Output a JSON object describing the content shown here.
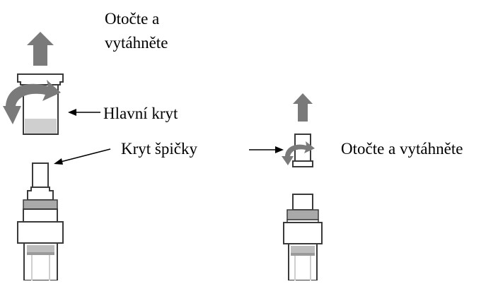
{
  "labels": {
    "step1_line1": "Otočte a",
    "step1_line2": "vytáhněte",
    "main_cap": "Hlavní kryt",
    "tip_cap": "Kryt špičky",
    "step2": "Otočte a vytáhněte"
  },
  "colors": {
    "arrow_gray": "#7a7a7a",
    "outline": "#3a3a3a",
    "light_gray": "#cfcfcf",
    "mid_gray": "#a9a9a9"
  },
  "icons": [
    "up-arrow-icon",
    "rotate-arrow-icon",
    "pointer-arrow-icon"
  ]
}
